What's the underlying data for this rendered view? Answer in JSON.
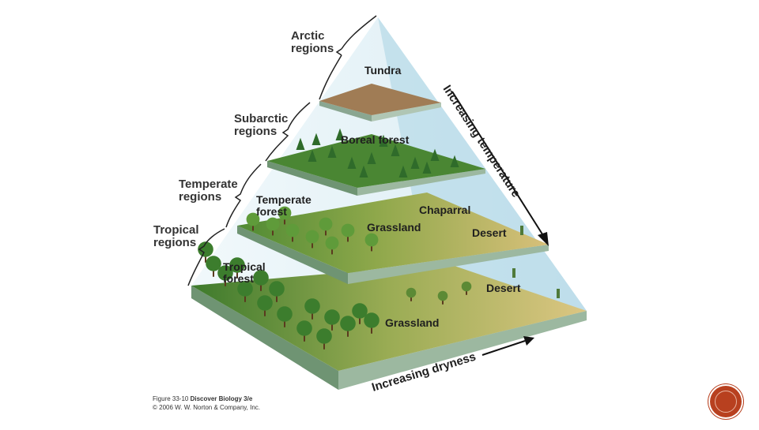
{
  "regions": {
    "arctic": [
      "Arctic",
      "regions"
    ],
    "subarctic": [
      "Subarctic",
      "regions"
    ],
    "temperate": [
      "Temperate",
      "regions"
    ],
    "tropical": [
      "Tropical",
      "regions"
    ]
  },
  "biomes": {
    "tundra": "Tundra",
    "boreal": "Boreal forest",
    "temperate_forest": [
      "Temperate",
      "forest"
    ],
    "chaparral": "Chaparral",
    "grassland_mid": "Grassland",
    "desert_mid": "Desert",
    "tropical_forest": [
      "Tropical",
      "forest"
    ],
    "desert_low": "Desert",
    "grassland_low": "Grassland"
  },
  "axes": {
    "temperature": "Increasing temperature",
    "dryness": "Increasing dryness"
  },
  "credit": {
    "figure": "Figure 33-10",
    "book": "Discover Biology 3/e",
    "copyright": "© 2006 W. W. Norton & Company, Inc."
  },
  "colors": {
    "sky": "#cfe8f1",
    "tundra": "#a07c55",
    "forest": "#3f7a2e",
    "grass": "#8fa84b",
    "desert": "#d8c07a",
    "slab_side": "#7fa08a",
    "badge": "#b8401f"
  }
}
